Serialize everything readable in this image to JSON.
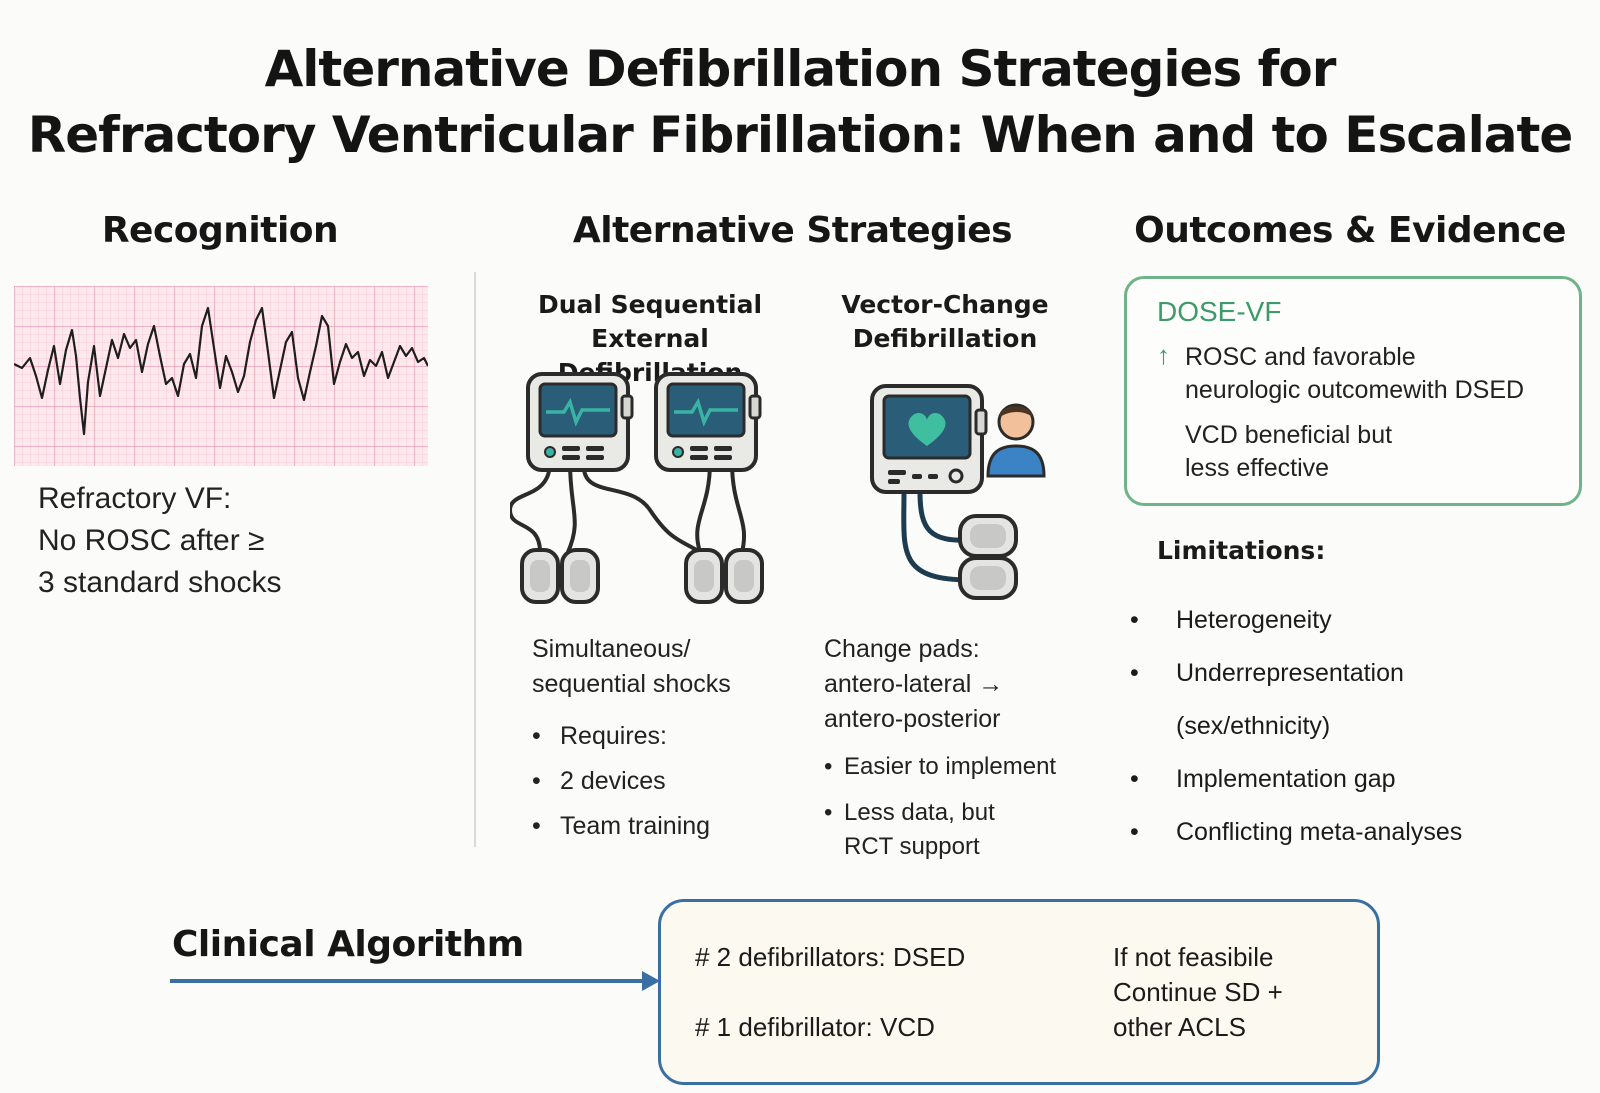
{
  "title": {
    "line1": "Alternative Defibrillation Strategies for",
    "line2": "Refractory Ventricular Fibrillation: When and to Escalate"
  },
  "recognition": {
    "heading": "Recognition",
    "text": [
      "Refractory VF:",
      "No ROSC after ≥",
      "3 standard shocks"
    ]
  },
  "strategies": {
    "heading": "Alternative Strategies",
    "dsed": {
      "title": [
        "Dual Sequential",
        "External Defibrillation"
      ],
      "desc": [
        "Simultaneous/",
        "sequential shocks"
      ],
      "bullets": [
        "Requires:",
        "2 devices",
        "Team training"
      ]
    },
    "vcd": {
      "title": [
        "Vector-Change",
        "Defibrillation"
      ],
      "desc": [
        "Change pads:",
        "antero-lateral →",
        "antero-posterior"
      ],
      "bullets": [
        {
          "lines": [
            "Easier to implement"
          ]
        },
        {
          "lines": [
            "Less data, but",
            "RCT support"
          ]
        }
      ]
    }
  },
  "outcomes": {
    "heading": "Outcomes & Evidence",
    "box": {
      "label": "DOSE-VF",
      "arrow": "↑",
      "line1": [
        "ROSC and favorable",
        "neurologic outcomewith DSED"
      ],
      "line2": [
        "VCD beneficial but",
        "less effective"
      ]
    },
    "limitations_heading": "Limitations:",
    "limitations": [
      "Heterogeneity",
      "Underrepresentation",
      "(sex/ethnicity)",
      "Implementation gap",
      "Conflicting meta-analyses"
    ]
  },
  "algorithm": {
    "heading": "Clinical Algorithm",
    "left": [
      "# 2 defibrillators: DSED",
      "# 1 defibrillator: VCD"
    ],
    "right": [
      "If not feasibile",
      "Continue SD +",
      "other ACLS"
    ]
  },
  "colors": {
    "ecg_grid": "#f0a8b8",
    "ecg_bg": "#fde8ee",
    "evidence_green": "#6fb488",
    "algo_blue": "#3a6fa3",
    "device_screen": "#2a5d78",
    "trace_teal": "#39b3a4"
  },
  "icons": [
    "ecg-strip",
    "defibrillator-icon",
    "defibrillator-icon",
    "defibrillator-heart-icon",
    "person-icon",
    "pad-icon",
    "up-arrow-icon",
    "right-arrow-icon"
  ]
}
